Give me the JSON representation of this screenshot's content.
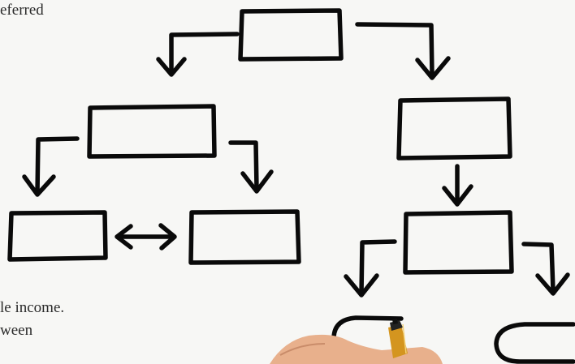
{
  "text_fragments": {
    "top_line": "eferred",
    "bottom_line_1": "le income.",
    "bottom_line_2": "ween"
  },
  "colors": {
    "background": "#f7f7f5",
    "ink": "#0a0a0a",
    "skin": "#e8b08c",
    "pen_body": "#222222",
    "pen_band": "#d4951f"
  },
  "icons": [
    "down-arrow-icon",
    "double-arrow-icon",
    "marker-pen-icon"
  ]
}
